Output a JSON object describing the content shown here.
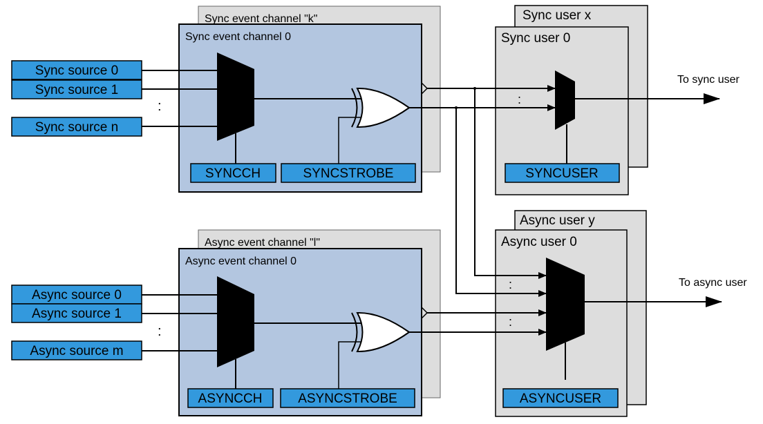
{
  "sync_section": {
    "channel_back_label": "Sync event channel \"k\"",
    "channel_front_label": "Sync event channel 0",
    "sources": [
      "Sync source 0",
      "Sync source 1",
      "Sync source n"
    ],
    "ellipsis": ":",
    "ch_register": "SYNCCH",
    "strobe_register": "SYNCSTROBE"
  },
  "async_section": {
    "channel_back_label": "Async event channel \"l\"",
    "channel_front_label": "Async event channel 0",
    "sources": [
      "Async source 0",
      "Async source 1",
      "Async source m"
    ],
    "ellipsis": ":",
    "ch_register": "ASYNCCH",
    "strobe_register": "ASYNCSTROBE"
  },
  "sync_user": {
    "back_label": "Sync user x",
    "front_label": "Sync user 0",
    "register": "SYNCUSER",
    "output_label": "To sync user",
    "ellipsis": ":"
  },
  "async_user": {
    "back_label": "Async user y",
    "front_label": "Async user 0",
    "register": "ASYNCUSER",
    "output_label": "To async user",
    "ellipsis_top": ":",
    "ellipsis_bottom": ":"
  },
  "colors": {
    "source_fill": "#3399dd",
    "channel_fill": "#b3c6e0",
    "user_fill": "#dddddd",
    "stroke": "#000000"
  }
}
